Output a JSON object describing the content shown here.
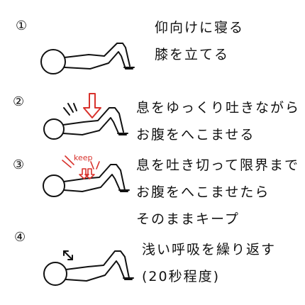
{
  "steps": [
    {
      "number": "①",
      "lines": [
        "仰向けに寝る",
        "膝を立てる"
      ]
    },
    {
      "number": "②",
      "lines": [
        "息をゆっくり吐きながら",
        "お腹をへこませる"
      ]
    },
    {
      "number": "③",
      "lines": [
        "息を吐き切って限界まで",
        "お腹をへこませたら",
        "そのままキープ"
      ]
    },
    {
      "number": "④",
      "lines": [
        "浅い呼吸を繰り返す",
        "(20秒程度)"
      ]
    }
  ],
  "annotations": {
    "keep_label": "keep"
  },
  "colors": {
    "ink": "#111111",
    "accent_red": "#d8322c"
  }
}
